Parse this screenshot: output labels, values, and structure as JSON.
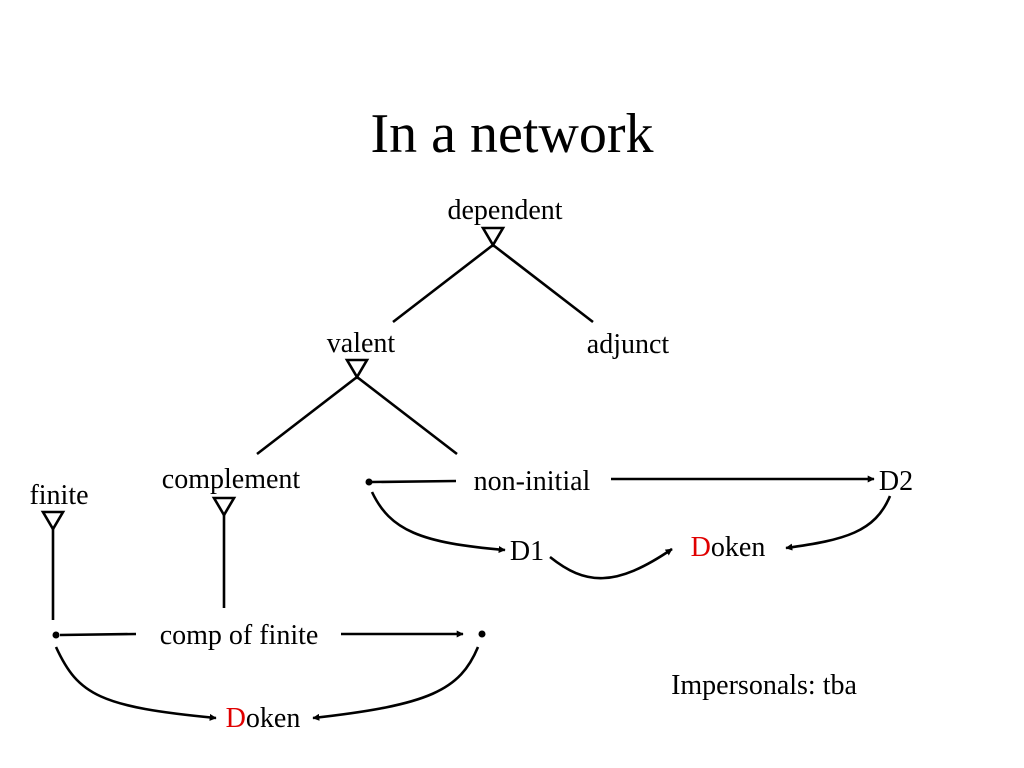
{
  "title": "In a network",
  "nodes": {
    "dependent": "dependent",
    "valent": "valent",
    "adjunct": "adjunct",
    "complement": "complement",
    "non_initial": "non-initial",
    "D2": "D2",
    "D1": "D1",
    "doken_top": {
      "prefix": "D",
      "rest": "oken"
    },
    "finite": "finite",
    "comp_of_finite": "comp of finite",
    "doken_bottom": {
      "prefix": "D",
      "rest": "oken"
    }
  },
  "note": "Impersonals: tba",
  "colors": {
    "highlight": "#e00000",
    "ink": "#000000"
  }
}
